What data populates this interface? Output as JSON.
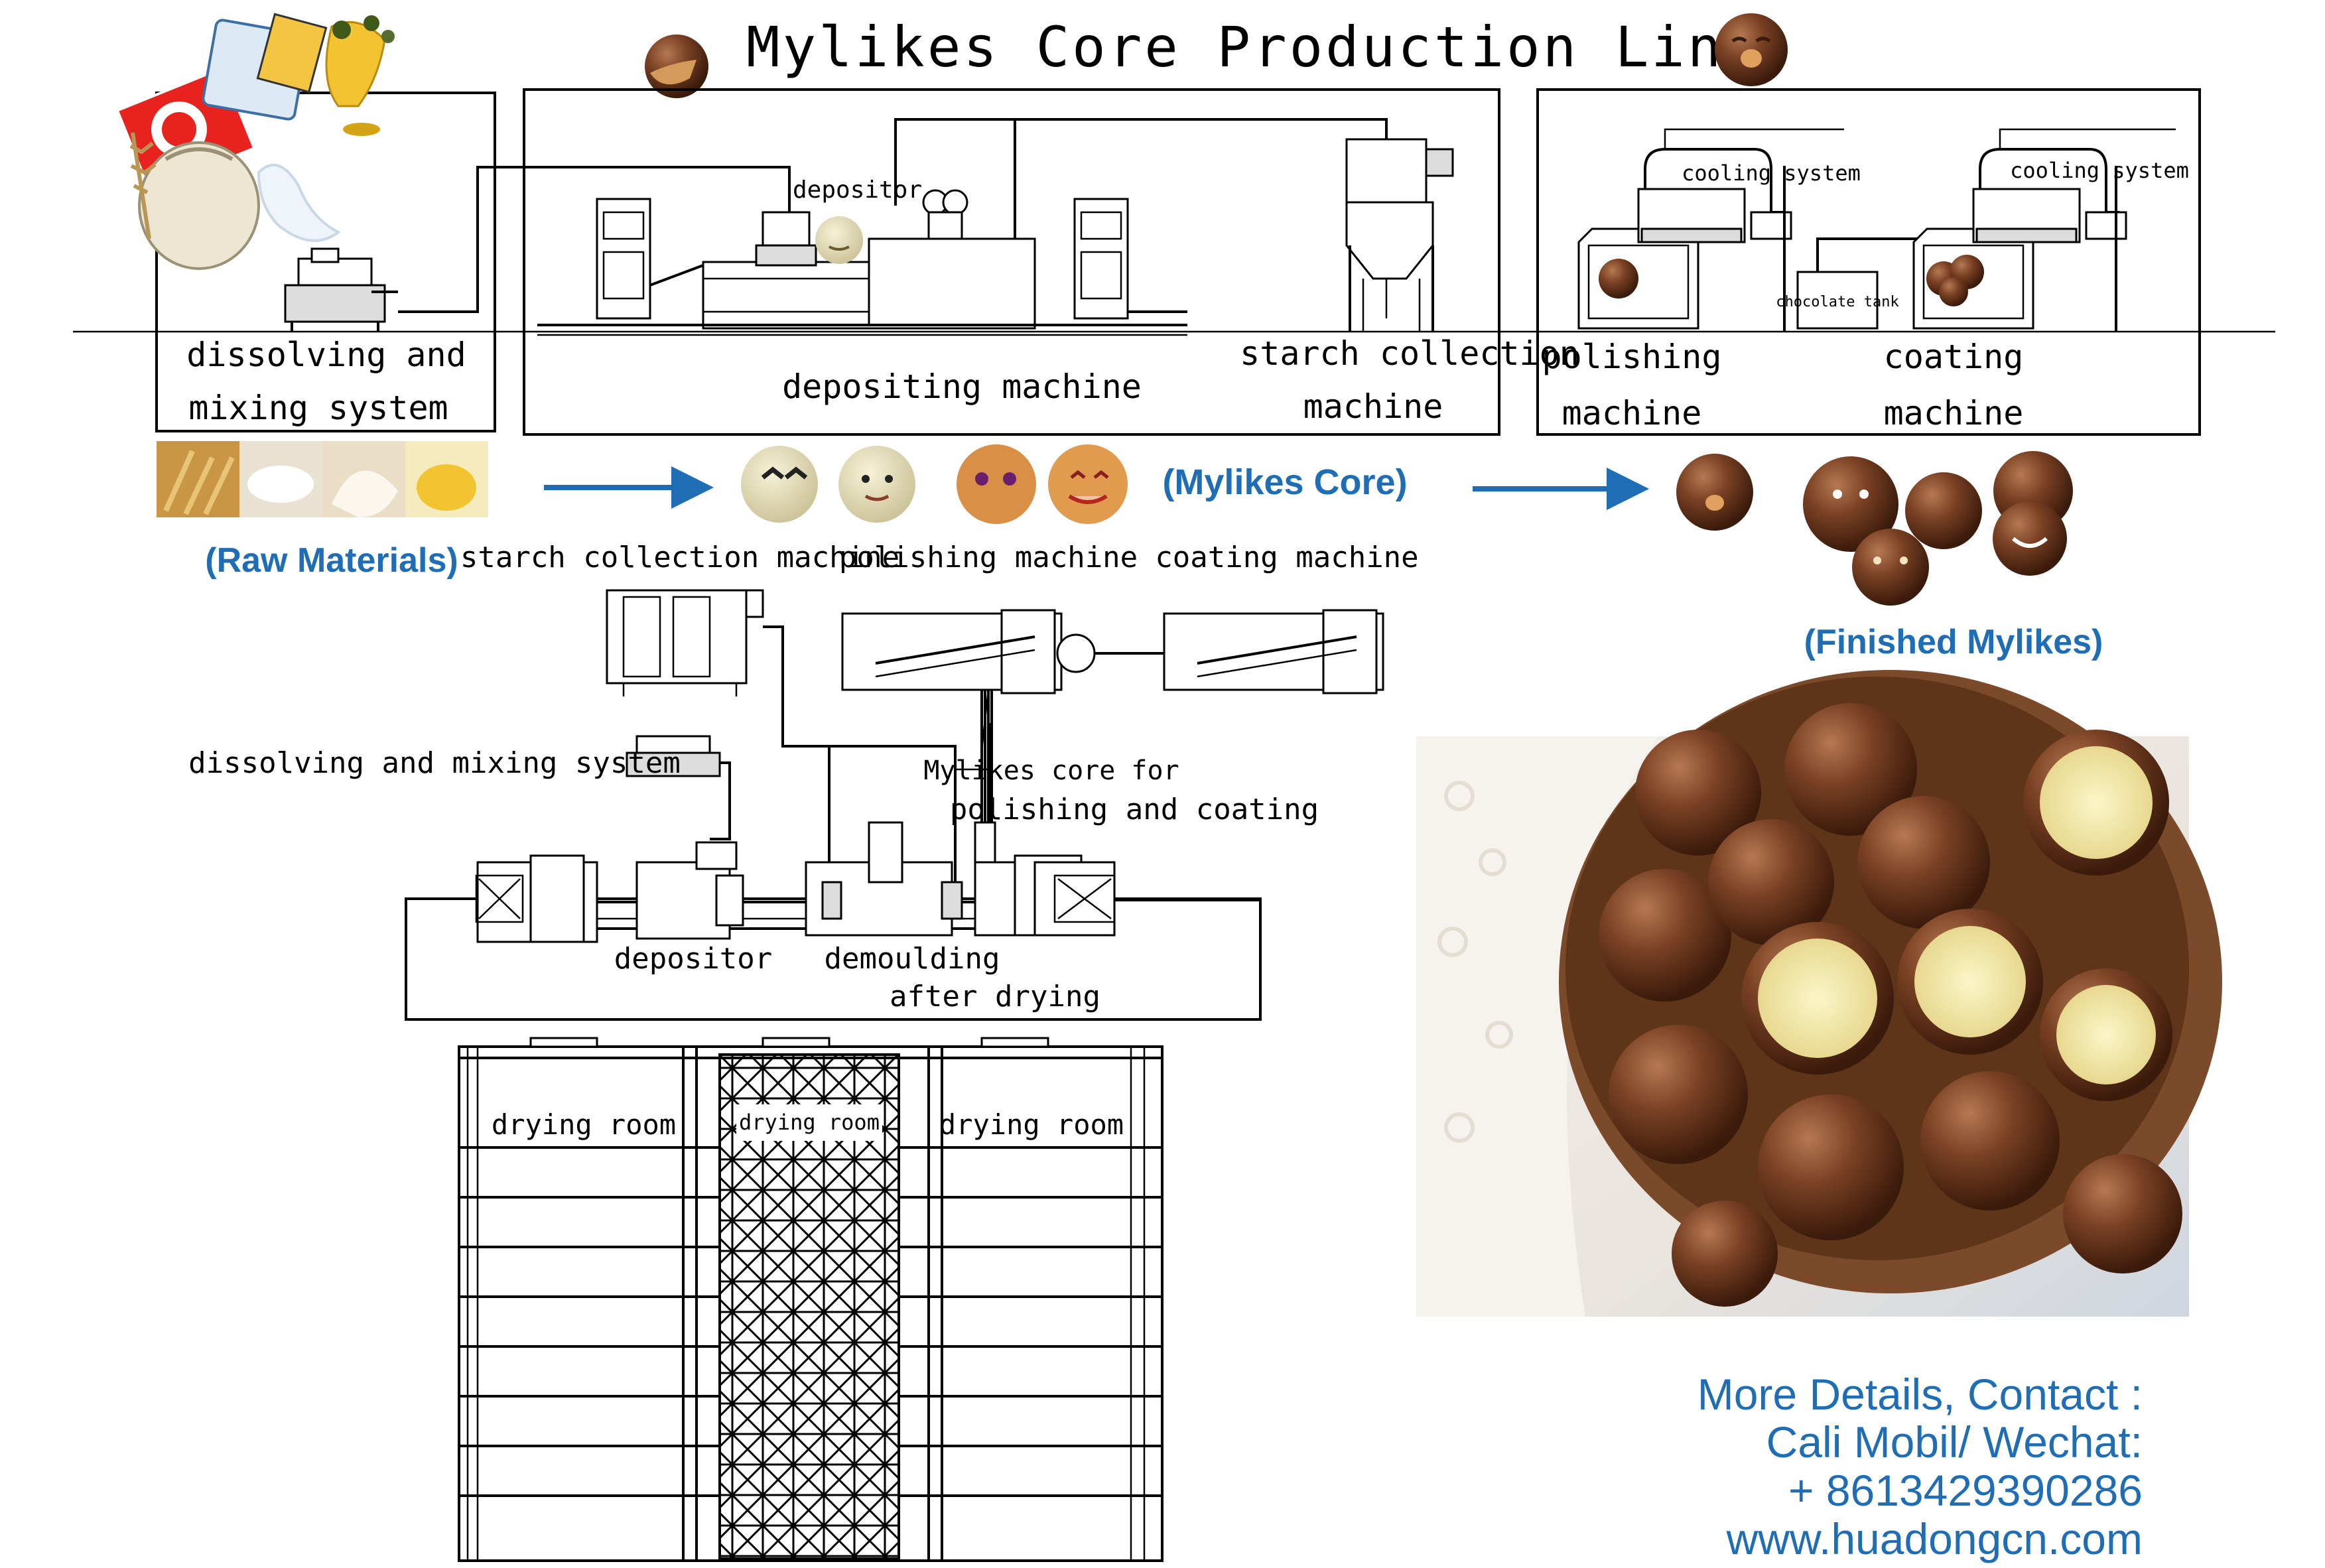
{
  "title": "Mylikes Core Production Line",
  "top_section": {
    "box1_labels": [
      "dissolving and",
      "mixing system"
    ],
    "box2_labels": {
      "depositor": "depositor",
      "depositing": "depositing machine",
      "starch1": "starch collection",
      "starch2": "machine"
    },
    "box3_labels": {
      "cooling_left": "cooling system",
      "cooling_right": "cooling system",
      "chocolate_tank": "chocolate tank",
      "polishing1": "polishing",
      "polishing2": "machine",
      "coating1": "coating",
      "coating2": "machine"
    }
  },
  "flow": {
    "raw_materials": "(Raw Materials)",
    "mylikes_core": "(Mylikes Core)",
    "finished": "(Finished Mylikes)"
  },
  "bottom_labels": {
    "starch_collection": "starch collection machine",
    "polishing": "polishing machine",
    "coating": "coating machine",
    "dissolving": "dissolving and mixing system",
    "core_for_1": "Mylikes   core for",
    "core_for_2": "polishing and coating",
    "depositor": "depositor",
    "demoulding": "demoulding",
    "after_drying": "after drying",
    "drying_left": "drying room",
    "drying_mid": "drying room",
    "drying_right": "drying room"
  },
  "contact": {
    "line1": "More Details, Contact :",
    "line2": "Cali Mobil/ Wechat:",
    "line3": "+ 8613429390286",
    "line4": "www.huadongcn.com"
  },
  "colors": {
    "accent_blue": "#1f6eb5",
    "chocolate": "#5a2e17",
    "core_cream": "#efe3a8"
  },
  "icons": [
    "milk-carton-icon",
    "flour-sack-icon",
    "wheat-icon",
    "oil-jar-icon",
    "splash-icon",
    "chocolate-ball-icon",
    "arrow-right-icon"
  ]
}
